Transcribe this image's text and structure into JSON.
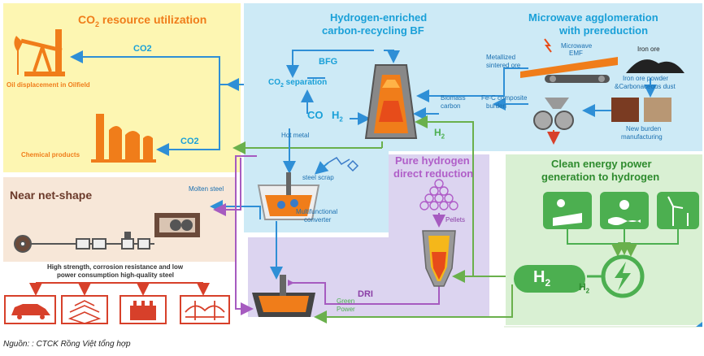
{
  "colors": {
    "yellow_panel": "#fdf6b2",
    "blue_panel": "#cdeaf6",
    "lavender_panel": "#dcd4f0",
    "green_panel": "#d9f0d3",
    "peach_panel": "#f7e7d8",
    "orange": "#f07d1a",
    "blue_text": "#1aa0d8",
    "green_arrow": "#6ab04c",
    "purple_arrow": "#a65bc0",
    "blue_arrow": "#2f8fd6",
    "dark": "#333333",
    "red": "#d7402a"
  },
  "co2_panel": {
    "title_prefix": "CO",
    "title_sub": "2",
    "title_suffix": " resource utilization",
    "oil_label": "Oil displacement in Oilfield",
    "chemical_label": "Chemical products",
    "co2_top_label": "CO2",
    "co2_bottom_label": "CO2"
  },
  "bf_panel": {
    "title_line1": "Hydrogen-enriched",
    "title_line2": "carbon-recycling BF",
    "bfg_label": "BFG",
    "co2_sep_prefix": "CO",
    "co2_sep_sub": "2",
    "co2_sep_suffix": " separation",
    "co_label": "CO",
    "h2_label": "H",
    "h2_sub": "2",
    "hot_metal": "Hot metal",
    "biomass_line1": "Biomass",
    "biomass_line2": "carbon",
    "metallized_line1": "Metallized",
    "metallized_line2": "sintered ore",
    "fec_line1": "Fe-C composite",
    "fec_line2": "burden",
    "h2_green_label": "H",
    "h2_green_sub": "2",
    "steel_scrap": "steel scrap",
    "multi_line1": "Multifunctional",
    "multi_line2": "converter"
  },
  "microwave_panel": {
    "title_line1": "Microwave agglomeration",
    "title_line2": "with prereduction",
    "emf_line1": "Microwave",
    "emf_line2": "EMF",
    "iron_ore": "Iron ore",
    "powder_line1": "Iron ore powder",
    "powder_line2": "&Carbonaceous dust",
    "burden_line1": "New burden",
    "burden_line2": "manufacturing"
  },
  "h2_panel": {
    "title_line1": "Pure hydrogen",
    "title_line2": "direct reduction",
    "pellets": "Pellets",
    "dri": "DRI",
    "green_power_line1": "Green",
    "green_power_line2": "Power"
  },
  "clean_panel": {
    "title_line1": "Clean energy power",
    "title_line2": "generation to hydrogen",
    "tank_h": "H",
    "tank_sub": "2",
    "h2_below": "H",
    "h2_below_sub": "2"
  },
  "net_panel": {
    "title": "Near net-shape",
    "molten_steel": "Molten steel",
    "desc_line1": "High strength, corrosion resistance and low",
    "desc_line2": "power consumption high-quality steel"
  },
  "source": "Nguồn: : CTCK Rồng Việt tổng hợp"
}
